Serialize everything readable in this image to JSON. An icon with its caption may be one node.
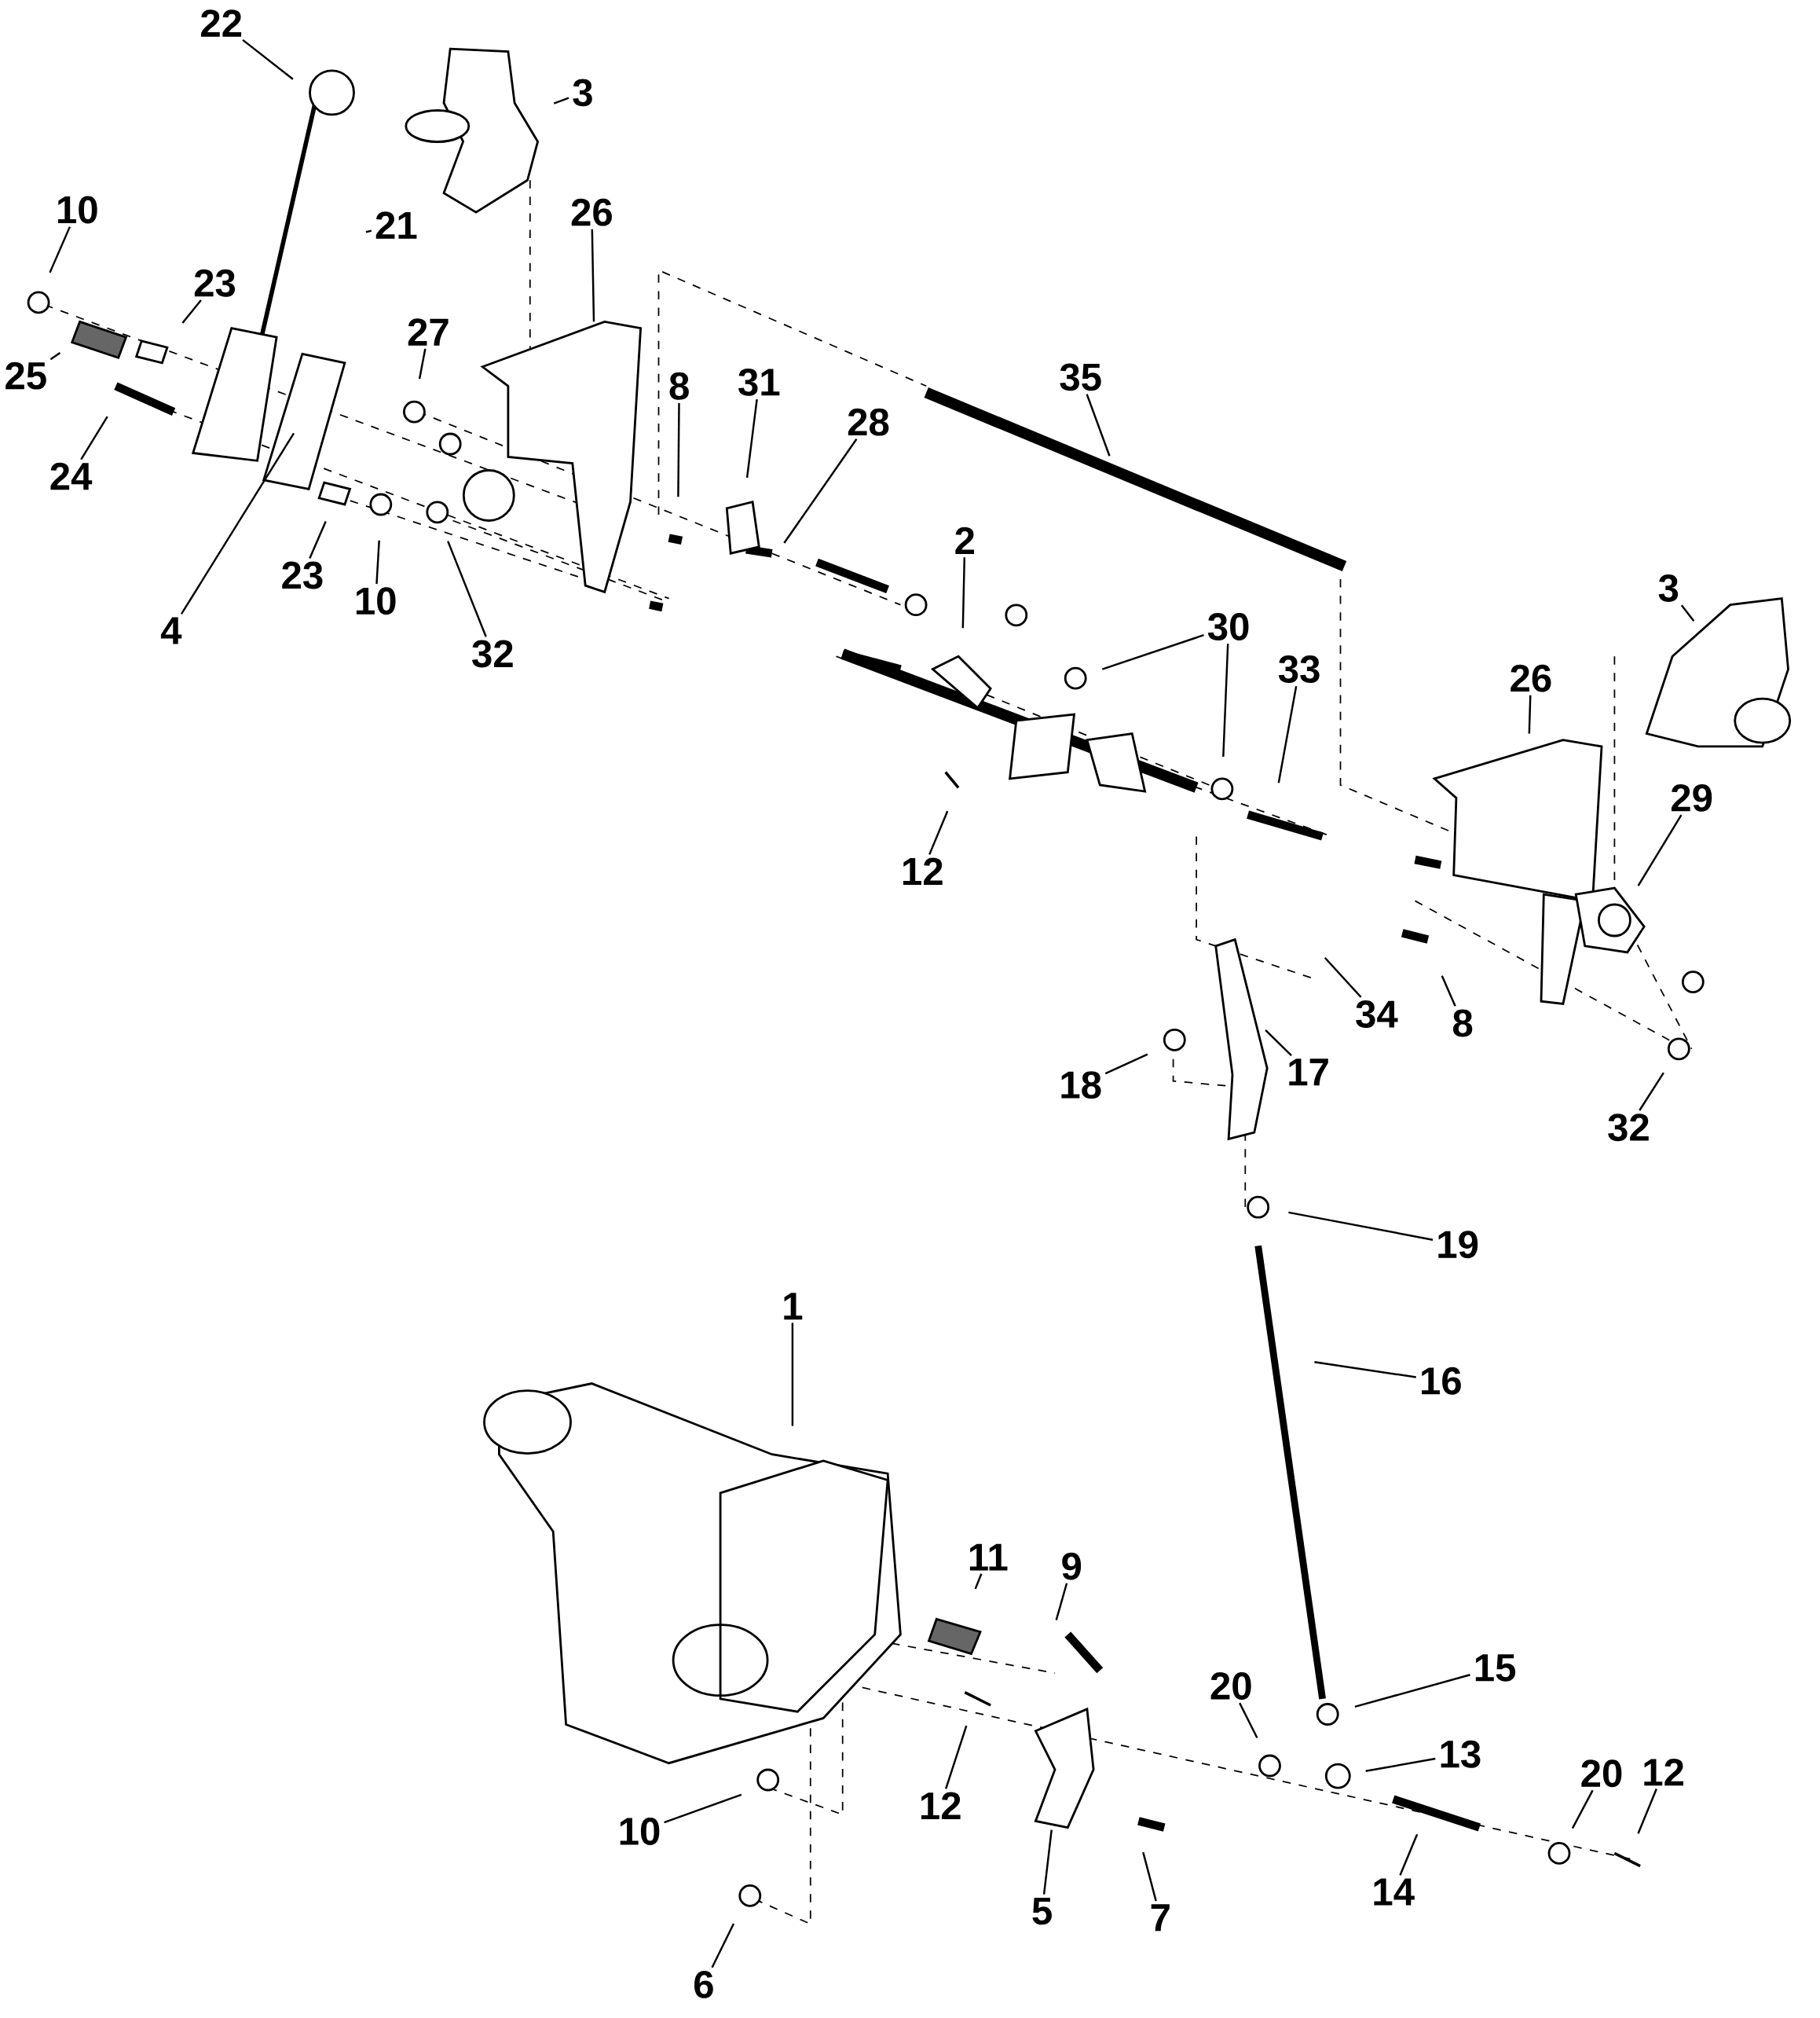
{
  "diagram": {
    "nodes": [
      {
        "text": [
          "22"
        ]
      },
      {
        "text": [
          "3"
        ]
      },
      {
        "text": [
          "10"
        ]
      },
      {
        "text": [
          "21"
        ]
      },
      {
        "text": [
          "26"
        ]
      },
      {
        "text": [
          "23"
        ]
      },
      {
        "text": [
          "25"
        ]
      },
      {
        "text": [
          "27"
        ]
      },
      {
        "text": [
          "24"
        ]
      },
      {
        "text": [
          "8"
        ]
      },
      {
        "text": [
          "31"
        ]
      },
      {
        "text": [
          "28"
        ]
      },
      {
        "text": [
          "35"
        ]
      },
      {
        "text": [
          "4"
        ]
      },
      {
        "text": [
          "23"
        ]
      },
      {
        "text": [
          "10"
        ]
      },
      {
        "text": [
          "32"
        ]
      },
      {
        "text": [
          "2"
        ]
      },
      {
        "text": [
          "30"
        ]
      },
      {
        "text": [
          "33"
        ]
      },
      {
        "text": [
          "3"
        ]
      },
      {
        "text": [
          "26"
        ]
      },
      {
        "text": [
          "12"
        ]
      },
      {
        "text": [
          "29"
        ]
      },
      {
        "text": [
          "34"
        ]
      },
      {
        "text": [
          "8"
        ]
      },
      {
        "text": [
          "17"
        ]
      },
      {
        "text": [
          "18"
        ]
      },
      {
        "text": [
          "32"
        ]
      },
      {
        "text": [
          "19"
        ]
      },
      {
        "text": [
          "16"
        ]
      },
      {
        "text": [
          "1"
        ]
      },
      {
        "text": [
          "11"
        ]
      },
      {
        "text": [
          "9"
        ]
      },
      {
        "text": [
          "15"
        ]
      },
      {
        "text": [
          "20"
        ]
      },
      {
        "text": [
          "13"
        ]
      },
      {
        "text": [
          "20"
        ]
      },
      {
        "text": [
          "12"
        ]
      },
      {
        "text": [
          "12"
        ]
      },
      {
        "text": [
          "10"
        ]
      },
      {
        "text": [
          "5"
        ]
      },
      {
        "text": [
          "7"
        ]
      },
      {
        "text": [
          "14"
        ]
      },
      {
        "text": [
          "6"
        ]
      }
    ],
    "edges": [
      {
        "from": 0,
        "to": null,
        "arrow": "none"
      },
      {
        "from": 1,
        "to": null,
        "arrow": "none"
      },
      {
        "from": 2,
        "to": null,
        "arrow": "none"
      },
      {
        "from": 3,
        "to": null,
        "arrow": "none"
      },
      {
        "from": 4,
        "to": null,
        "arrow": "none"
      },
      {
        "from": 5,
        "to": null,
        "arrow": "none"
      },
      {
        "from": 6,
        "to": null,
        "arrow": "none"
      },
      {
        "from": 7,
        "to": null,
        "arrow": "none"
      },
      {
        "from": 8,
        "to": null,
        "arrow": "none"
      },
      {
        "from": 9,
        "to": null,
        "arrow": "none"
      },
      {
        "from": 10,
        "to": null,
        "arrow": "none"
      },
      {
        "from": 11,
        "to": null,
        "arrow": "none"
      },
      {
        "from": 12,
        "to": null,
        "arrow": "none"
      },
      {
        "from": 13,
        "to": null,
        "arrow": "none"
      },
      {
        "from": 14,
        "to": null,
        "arrow": "none"
      },
      {
        "from": 15,
        "to": null,
        "arrow": "none"
      },
      {
        "from": 16,
        "to": null,
        "arrow": "none"
      },
      {
        "from": 17,
        "to": null,
        "arrow": "none"
      },
      {
        "from": 18,
        "to": null,
        "arrow": "none"
      },
      {
        "from": 18,
        "to": null,
        "arrow": "none"
      },
      {
        "from": 19,
        "to": null,
        "arrow": "none"
      },
      {
        "from": 20,
        "to": null,
        "arrow": "none"
      },
      {
        "from": 21,
        "to": null,
        "arrow": "none"
      },
      {
        "from": 22,
        "to": null,
        "arrow": "none"
      },
      {
        "from": 23,
        "to": null,
        "arrow": "none"
      },
      {
        "from": 24,
        "to": null,
        "arrow": "none"
      },
      {
        "from": 25,
        "to": null,
        "arrow": "none"
      },
      {
        "from": 26,
        "to": null,
        "arrow": "none"
      },
      {
        "from": 27,
        "to": null,
        "arrow": "none"
      },
      {
        "from": 28,
        "to": null,
        "arrow": "none"
      },
      {
        "from": 29,
        "to": null,
        "arrow": "none"
      },
      {
        "from": 30,
        "to": null,
        "arrow": "none"
      },
      {
        "from": 31,
        "to": null,
        "arrow": "none"
      },
      {
        "from": 32,
        "to": null,
        "arrow": "none"
      },
      {
        "from": 33,
        "to": null,
        "arrow": "none"
      },
      {
        "from": 34,
        "to": null,
        "arrow": "none"
      },
      {
        "from": 35,
        "to": null,
        "arrow": "none"
      },
      {
        "from": 36,
        "to": null,
        "arrow": "none"
      },
      {
        "from": 37,
        "to": null,
        "arrow": "none"
      },
      {
        "from": 38,
        "to": null,
        "arrow": "none"
      },
      {
        "from": 39,
        "to": null,
        "arrow": "none"
      },
      {
        "from": 40,
        "to": null,
        "arrow": "none"
      },
      {
        "from": 41,
        "to": null,
        "arrow": "none"
      },
      {
        "from": 42,
        "to": null,
        "arrow": "none"
      },
      {
        "from": 43,
        "to": null,
        "arrow": "none"
      },
      {
        "from": 44,
        "to": null,
        "arrow": "none"
      }
    ]
  }
}
